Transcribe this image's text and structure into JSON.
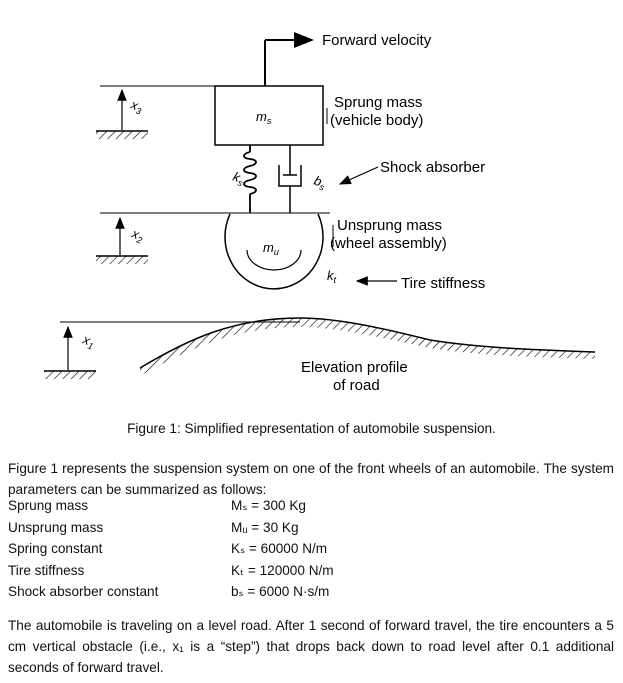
{
  "diagram": {
    "forward_velocity": "Forward velocity",
    "sprung_mass_line1": "Sprung mass",
    "sprung_mass_line2": "(vehicle body)",
    "shock_absorber": "Shock absorber",
    "unsprung_mass_line1": "Unsprung mass",
    "unsprung_mass_line2": "(wheel assembly)",
    "tire_stiffness": "Tire stiffness",
    "elevation_line1": "Elevation profile",
    "elevation_line2": "of road",
    "ms": "m",
    "ms_sub": "s",
    "mu": "m",
    "mu_sub": "u",
    "ks": "k",
    "ks_sub": "s",
    "bs": "b",
    "bs_sub": "s",
    "kt": "k",
    "kt_sub": "t",
    "x3": "x",
    "x3_sub": "3",
    "x2": "x",
    "x2_sub": "2",
    "x1": "x",
    "x1_sub": "1"
  },
  "caption": "Figure 1: Simplified representation of automobile suspension.",
  "intro": "Figure 1 represents the suspension system on one of the front wheels of an automobile. The system parameters can be summarized as follows:",
  "parameters": [
    {
      "name": "Sprung mass",
      "value": "Mₛ = 300 Kg"
    },
    {
      "name": "Unsprung mass",
      "value": "Mᵤ = 30 Kg"
    },
    {
      "name": "Spring constant",
      "value": "Kₛ = 60000 N/m"
    },
    {
      "name": "Tire stiffness",
      "value": "Kₜ = 120000 N/m"
    },
    {
      "name": "Shock absorber constant",
      "value": "bₛ = 6000 N·s/m"
    }
  ],
  "closing": "The automobile is traveling on a level road. After 1 second of forward travel, the tire encounters a 5 cm vertical obstacle (i.e., x₁ is a “step”) that drops back down to road level after 0.1 additional seconds of forward travel."
}
